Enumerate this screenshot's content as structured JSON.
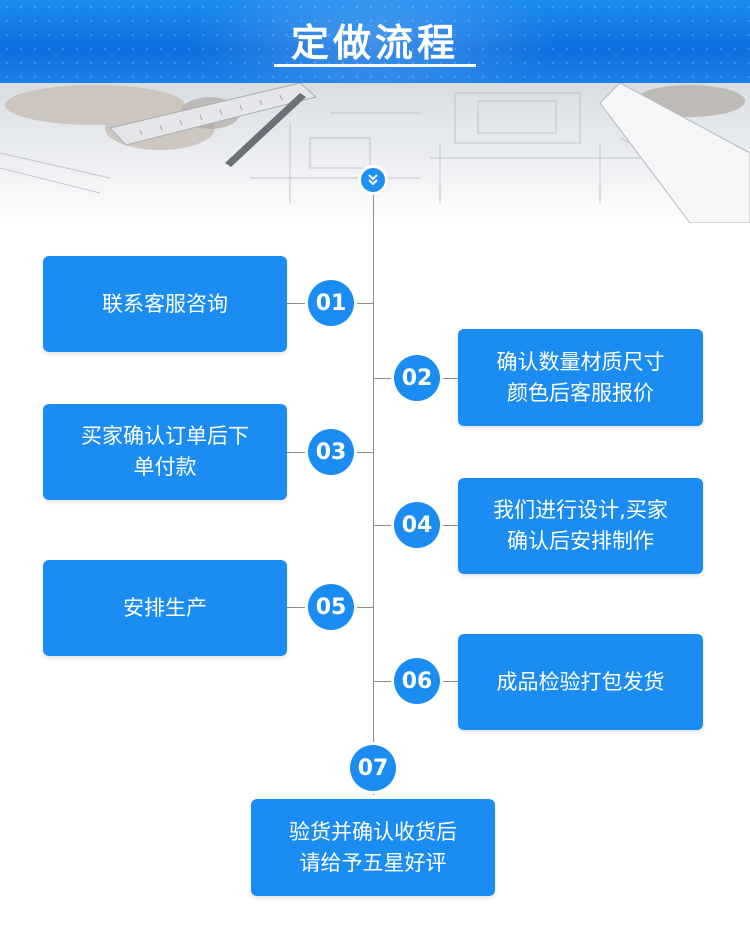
{
  "header": {
    "title": "定做流程"
  },
  "steps": [
    {
      "number": "01",
      "lines": [
        "联系客服咨询"
      ]
    },
    {
      "number": "02",
      "lines": [
        "确认数量材质尺寸",
        "颜色后客服报价"
      ]
    },
    {
      "number": "03",
      "lines": [
        "买家确认订单后下",
        "单付款"
      ]
    },
    {
      "number": "04",
      "lines": [
        "我们进行设计,买家",
        "确认后安排制作"
      ]
    },
    {
      "number": "05",
      "lines": [
        "安排生产"
      ]
    },
    {
      "number": "06",
      "lines": [
        "成品检验打包发货"
      ]
    },
    {
      "number": "07",
      "lines": [
        "验货并确认收货后",
        "请给予五星好评"
      ]
    }
  ],
  "colors": {
    "accent": "#1a8cf2",
    "header": "#0b6fe0",
    "line": "#8d8d8d"
  },
  "icons": {
    "top": "double-chevron-down-icon"
  }
}
